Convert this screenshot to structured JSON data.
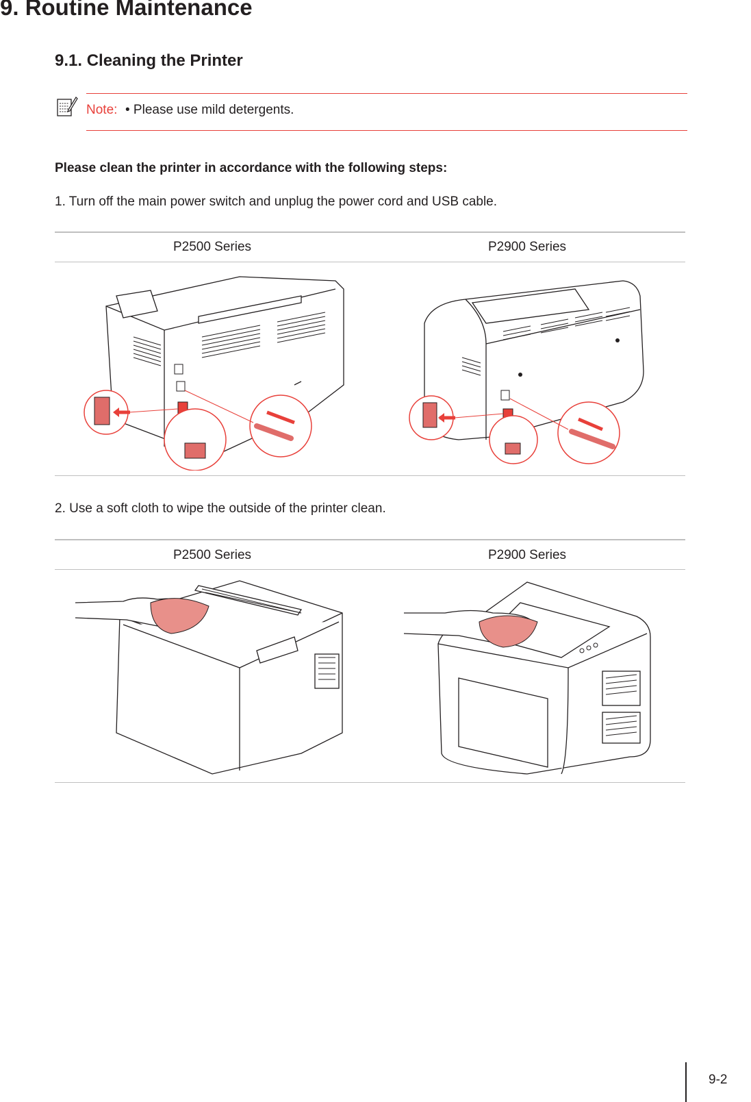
{
  "chapter": {
    "title": "9. Routine Maintenance"
  },
  "section": {
    "title": "9.1. Cleaning the Printer"
  },
  "note": {
    "icon": "note-pad-icon",
    "label": "Note:",
    "text": "• Please use mild detergents."
  },
  "intro": "Please clean the printer in accordance with the following steps:",
  "steps": [
    {
      "text": "1. Turn off the main power switch and unplug the power cord and USB cable.",
      "columns": [
        "P2500 Series",
        "P2900 Series"
      ]
    },
    {
      "text": "2. Use a soft cloth to wipe the outside of the printer clean.",
      "columns": [
        "P2500 Series",
        "P2900 Series"
      ]
    }
  ],
  "page_number": "9-2",
  "colors": {
    "accent": "#e8403a",
    "rule": "#bfbfbf",
    "text": "#231f20"
  }
}
